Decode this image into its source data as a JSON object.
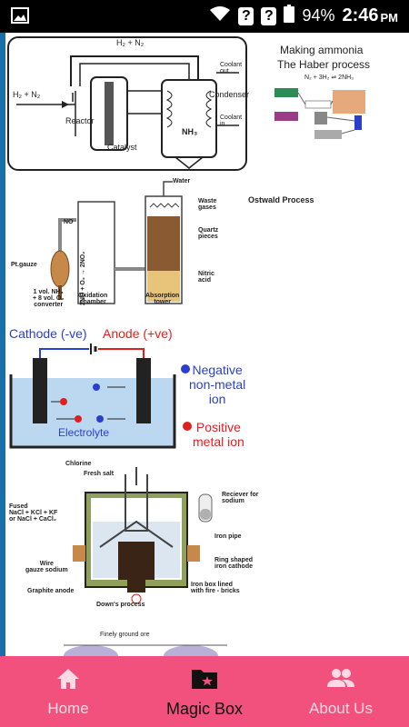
{
  "status_bar": {
    "battery": "94%",
    "time": "2:46",
    "ampm": "PM"
  },
  "haber": {
    "h2_n2_top": "H₂ + N₂",
    "h2_n2_in": "H₂ + N₂",
    "reactor": "Reactor",
    "catalyst": "Catalyst",
    "coolant_out": "Coolant\nout",
    "condenser": "Condenser",
    "coolant_in": "Coolant\nin",
    "nh3": "NH₃"
  },
  "haber_side": {
    "title_line1": "Making ammonia",
    "title_line2": "The Haber process",
    "equation": "N₂ + 3H₂ ⇌ 2NH₃"
  },
  "ostwald": {
    "title": "Ostwald Process",
    "water": "Water",
    "waste_gases": "Waste\ngases",
    "quartz": "Quartz\npieces",
    "nitric": "Nitric\nacid",
    "no": "NO",
    "ptgauze": "Pt.gauze",
    "converter_label": "1 vol. NH₃\n+ 8 vol. O₂\nconverter",
    "oxidation": "Oxidation\nchamber",
    "absorption": "Absorption\ntower",
    "reaction": "2NO + O₂ → 2NO₂"
  },
  "electrolysis": {
    "cathode": "Cathode (-ve)",
    "anode": "Anode (+ve)",
    "negative_ion": "Negative\nnon-metal\nion",
    "positive_ion": "Positive\nmetal ion",
    "electrolyte": "Electrolyte",
    "colors": {
      "cathode": "#2a3fd0",
      "anode": "#e02020",
      "electrolyte": "#bcd8f0"
    }
  },
  "downs": {
    "chlorine": "Chlorine",
    "fresh_salt": "Fresh salt",
    "fused": "Fused\nNaCl + KCl + KF\nor NaCl + CaCl₂",
    "receiver": "Reciever for\nsodium",
    "iron_pipe": "Iron pipe",
    "ring_cathode": "Ring shaped\niron cathode",
    "wire_gauze": "Wire\ngauze sodium",
    "graphite_anode": "Graphite anode",
    "iron_box": "Iron box lined\nwith fire - bricks",
    "caption": "Down's process"
  },
  "ore": {
    "label": "Finely ground ore"
  },
  "nav": {
    "colors": {
      "bar": "#f2507d"
    },
    "items": [
      {
        "label": "Home",
        "icon": "home-icon"
      },
      {
        "label": "Magic Box",
        "icon": "folder-star-icon"
      },
      {
        "label": "About Us",
        "icon": "people-icon"
      }
    ],
    "active_index": 1
  }
}
